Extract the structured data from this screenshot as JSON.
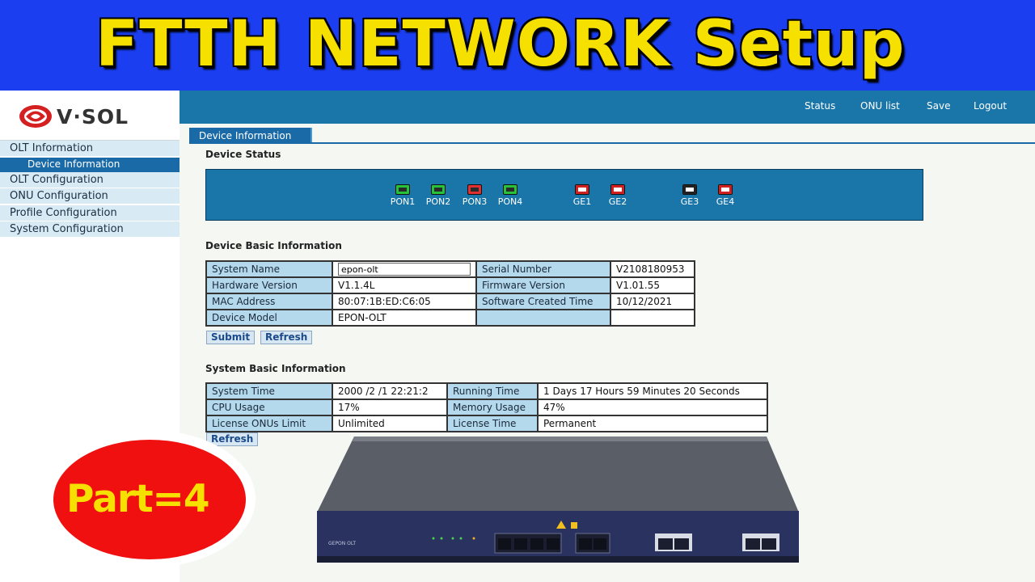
{
  "banner": {
    "title": "FTTH NETWORK Setup"
  },
  "brand": {
    "name": "V·SOL"
  },
  "topnav": [
    "Status",
    "ONU list",
    "Save",
    "Logout"
  ],
  "sidebar": {
    "items": [
      {
        "label": "OLT Information"
      },
      {
        "label": "Device Information",
        "selected": true
      },
      {
        "label": "OLT Configuration"
      },
      {
        "label": "ONU Configuration"
      },
      {
        "label": "Profile Configuration"
      },
      {
        "label": "System Configuration"
      }
    ]
  },
  "tab": {
    "label": "Device Information"
  },
  "device_status": {
    "title": "Device Status",
    "ports": [
      {
        "label": "PON1",
        "status": "up"
      },
      {
        "label": "PON2",
        "status": "up"
      },
      {
        "label": "PON3",
        "status": "down"
      },
      {
        "label": "PON4",
        "status": "up"
      },
      {
        "label": "GE1",
        "status": "down"
      },
      {
        "label": "GE2",
        "status": "down"
      },
      {
        "label": "GE3",
        "status": "up"
      },
      {
        "label": "GE4",
        "status": "down"
      }
    ]
  },
  "basic_info": {
    "title": "Device Basic Information",
    "system_name_label": "System Name",
    "system_name_value": "epon-olt",
    "serial_label": "Serial Number",
    "serial_value": "V2108180953",
    "hw_label": "Hardware Version",
    "hw_value": "V1.1.4L",
    "fw_label": "Firmware Version",
    "fw_value": "V1.01.55",
    "mac_label": "MAC Address",
    "mac_value": "80:07:1B:ED:C6:05",
    "sw_created_label": "Software Created Time",
    "sw_created_value": "10/12/2021",
    "model_label": "Device Model",
    "model_value": "EPON-OLT",
    "submit_label": "Submit",
    "refresh_label": "Refresh"
  },
  "system_info": {
    "title": "System Basic Information",
    "time_label": "System Time",
    "time_value": "2000 /2 /1 22:21:2",
    "running_label": "Running Time",
    "running_value": "1 Days 17 Hours 59 Minutes 20 Seconds",
    "cpu_label": "CPU Usage",
    "cpu_value": "17%",
    "mem_label": "Memory Usage",
    "mem_value": "47%",
    "license_limit_label": "License ONUs Limit",
    "license_limit_value": "Unlimited",
    "license_time_label": "License Time",
    "license_time_value": "Permanent",
    "refresh_label": "Refresh"
  },
  "badge": {
    "text": "Part=4"
  },
  "device_photo": {
    "panel_label": "GEPON OLT"
  },
  "colors": {
    "banner_bg": "#1a3ef0",
    "banner_text": "#f5e000",
    "nav_bg": "#1a75a8",
    "label_cell": "#b4d8ec",
    "badge_red": "#f01010"
  }
}
